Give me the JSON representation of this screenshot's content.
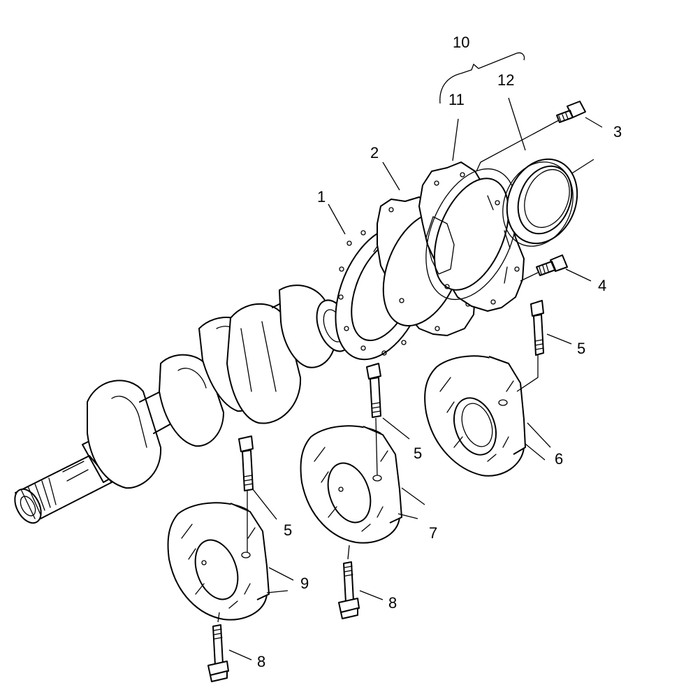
{
  "callouts": {
    "c1": "1",
    "c2": "2",
    "c3": "3",
    "c4": "4",
    "c5a": "5",
    "c5b": "5",
    "c5c": "5",
    "c6": "6",
    "c7": "7",
    "c8a": "8",
    "c8b": "8",
    "c9": "9",
    "c10": "10",
    "c11": "11",
    "c12": "12"
  },
  "icons": {
    "crankshaft": "crankshaft-icon",
    "gasket_ring": "gasket-ring-icon",
    "gasket_plate": "gasket-plate-icon",
    "seal_retainer": "seal-retainer-icon",
    "oil_seal": "oil-seal-icon",
    "bearing_cap": "bearing-cap-icon",
    "bolt": "bolt-icon"
  }
}
